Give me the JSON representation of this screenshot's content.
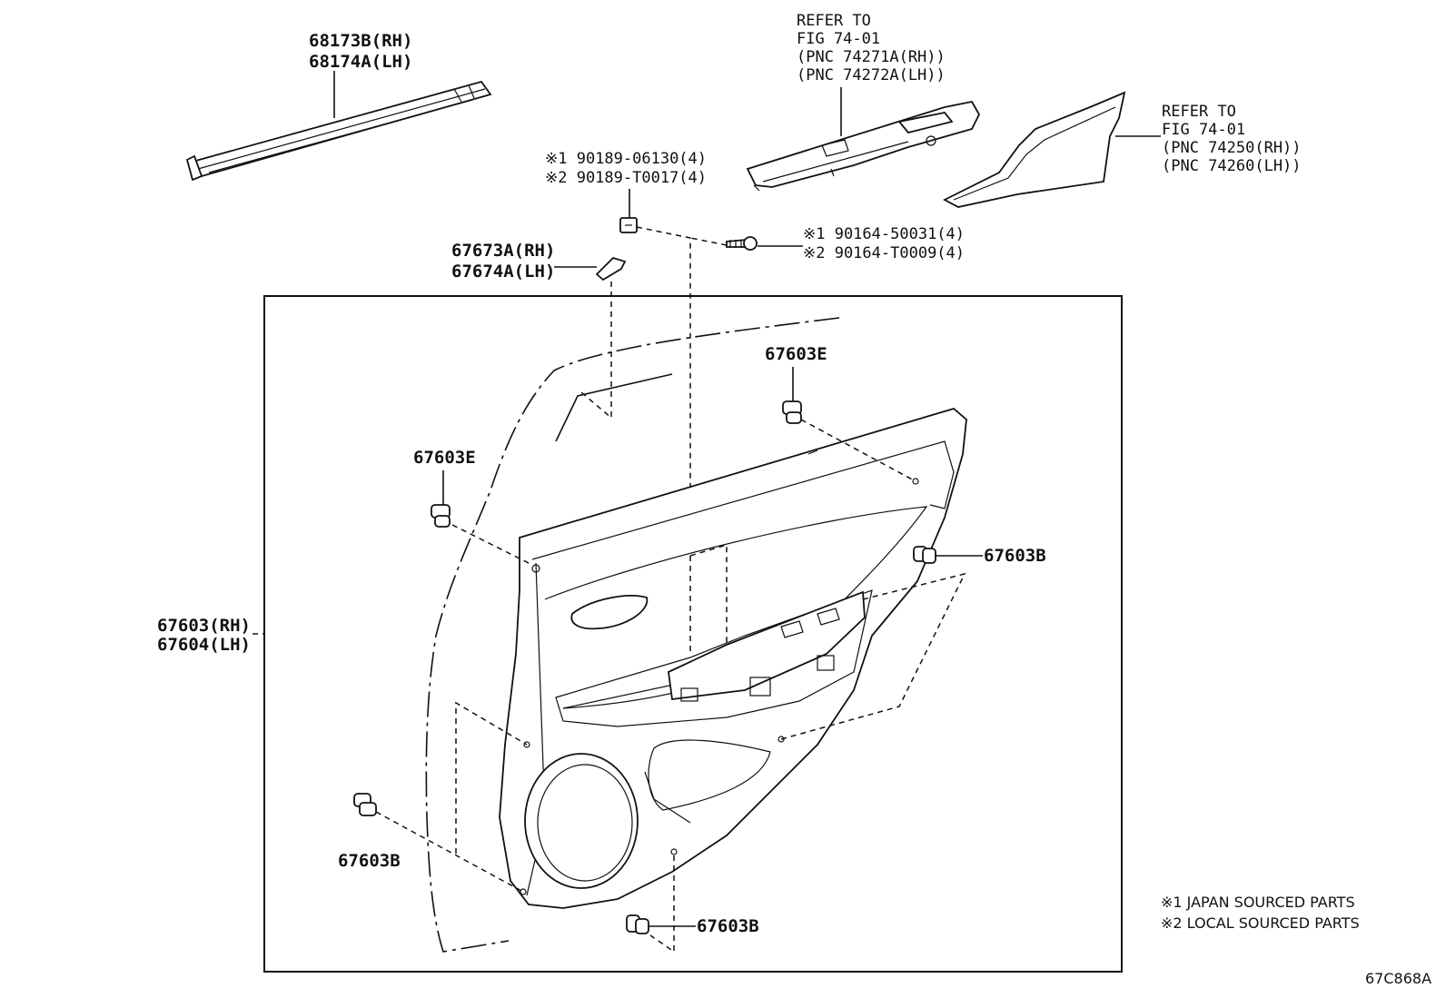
{
  "labels": {
    "belt_molding": [
      "68173B(RH)",
      "68174A(LH)"
    ],
    "switch_base_ref": [
      "REFER TO",
      "FIG 74-01",
      "(PNC 74271A(RH))",
      "(PNC 74272A(LH))"
    ],
    "armrest_ref": [
      "REFER TO",
      "FIG 74-01",
      "(PNC 74250(RH))",
      "(PNC 74260(LH))"
    ],
    "nut": [
      "※1 90189-06130(4)",
      "※2 90189-T0017(4)"
    ],
    "screw": [
      "※1 90164-50031(4)",
      "※2 90164-T0009(4)"
    ],
    "cover": [
      "67673A(RH)",
      "67674A(LH)"
    ],
    "trim_board": [
      "67603(RH)",
      "67604(LH)"
    ],
    "clip_e_top": "67603E",
    "clip_e_left": "67603E",
    "clip_b_right": "67603B",
    "clip_b_left": "67603B",
    "clip_b_bottom": "67603B"
  },
  "notes": [
    "※1 JAPAN SOURCED PARTS",
    "※2 LOCAL SOURCED PARTS"
  ],
  "figure_code": "67C868A"
}
